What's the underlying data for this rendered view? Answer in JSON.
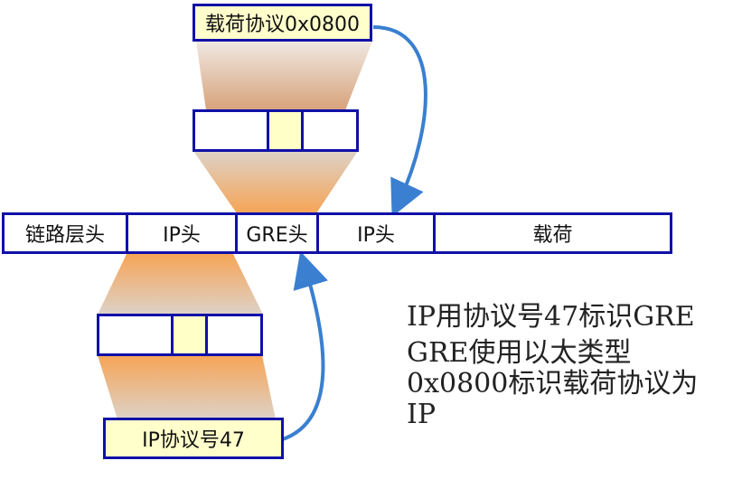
{
  "top_label": "载荷协议0x0800",
  "bottom_label": "IP协议号47",
  "packet": [
    "链路层头",
    "IP头",
    "GRE头",
    "IP头",
    "载荷"
  ],
  "notes": [
    "IP用协议号47标识GRE",
    "GRE使用以太类型",
    "0x0800标识载荷协议为",
    "IP"
  ],
  "colors": {
    "border": "#1010a8",
    "highlight": "#ffffcc",
    "arrow": "#3a7fd0",
    "trapezoid_light": "#f3ece6",
    "trapezoid_dark": "#f4a860"
  }
}
